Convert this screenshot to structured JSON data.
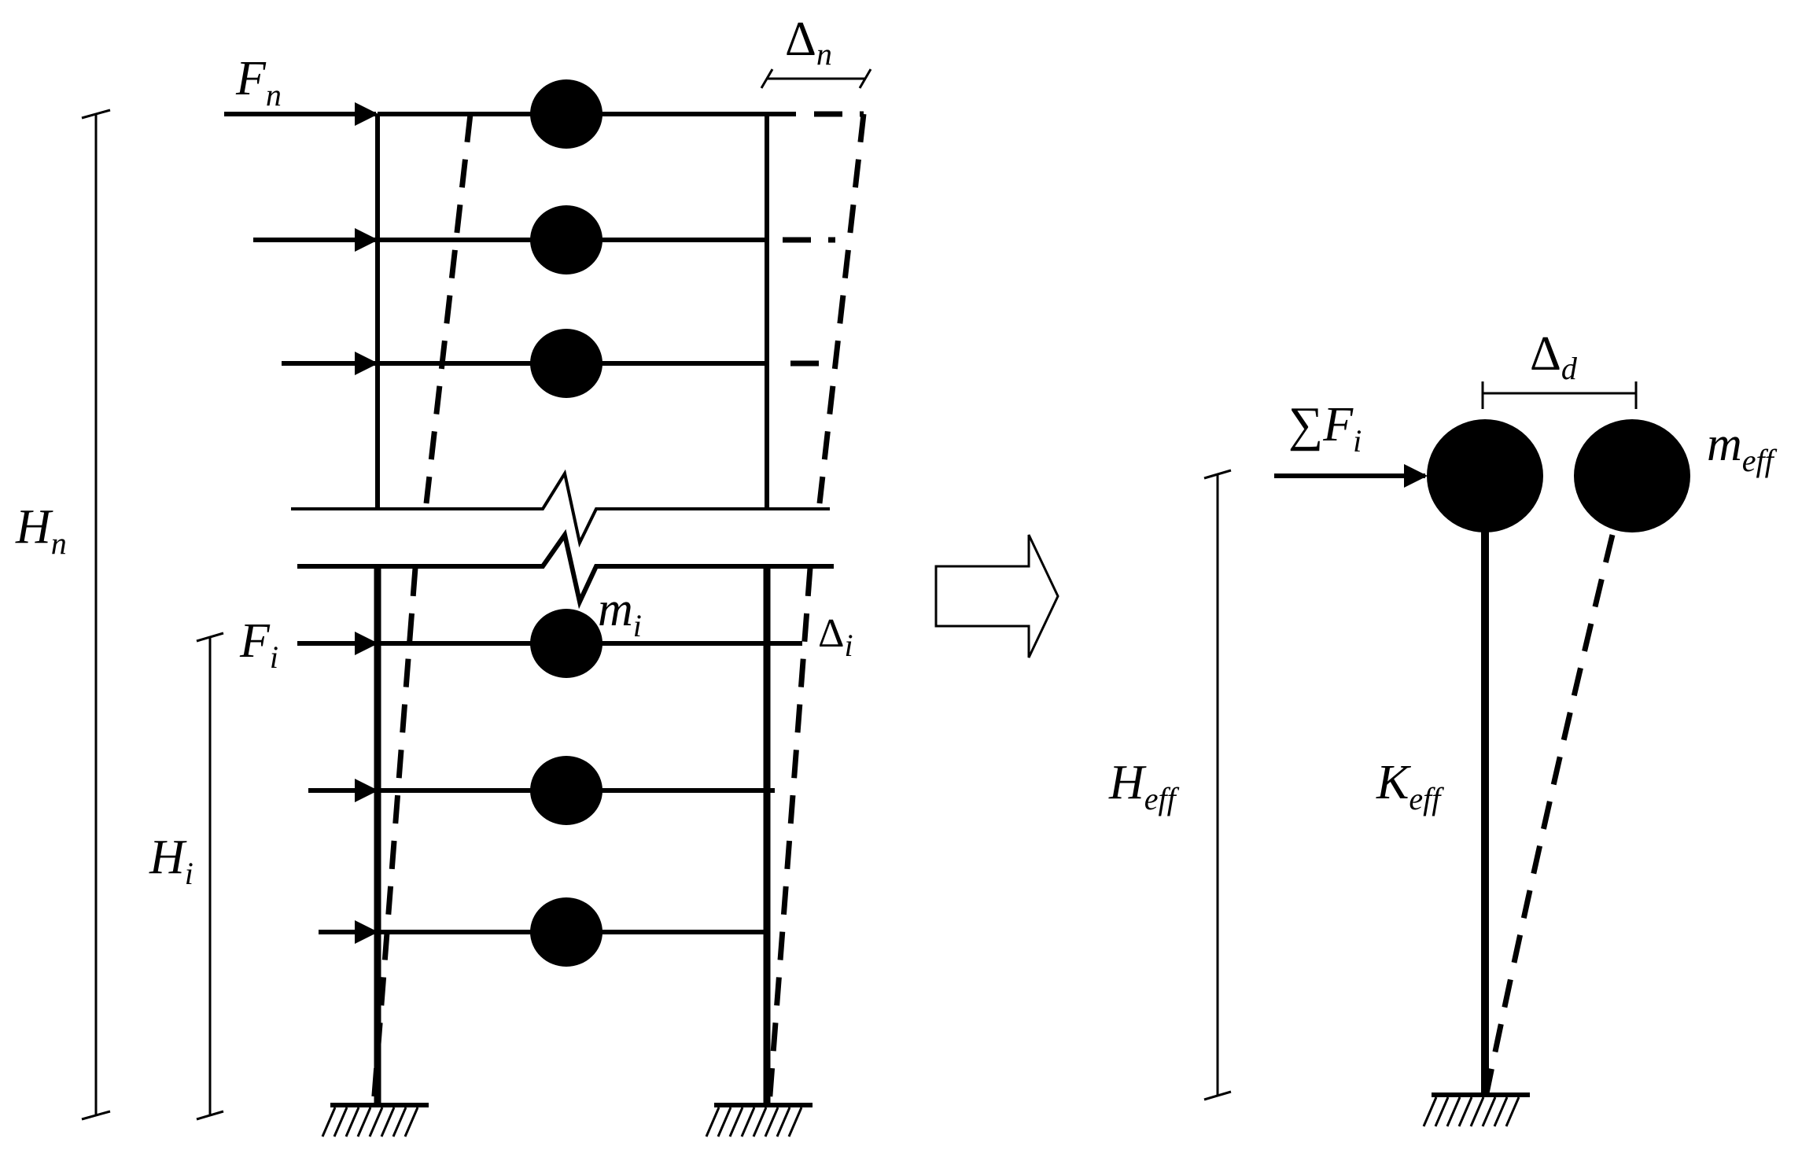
{
  "labels": {
    "F_n": "F",
    "F_n_sub": "n",
    "F_i": "F",
    "F_i_sub": "i",
    "H_n": "H",
    "H_n_sub": "n",
    "H_i": "H",
    "H_i_sub": "i",
    "m_i": "m",
    "m_i_sub": "i",
    "delta_n": "Δ",
    "delta_n_sub": "n",
    "delta_i": "Δ",
    "delta_i_sub": "i",
    "delta_d": "Δ",
    "delta_d_sub": "d",
    "sum_F_i": "∑F",
    "sum_F_i_sub": "i",
    "m_eff": "m",
    "m_eff_sub": "eff",
    "H_eff": "H",
    "H_eff_sub": "eff",
    "K_eff": "K",
    "K_eff_sub": "eff"
  },
  "colors": {
    "ink": "#000000",
    "background": "#ffffff"
  },
  "icons": {
    "transform_arrow": "hollow-right-arrow-icon",
    "fixed_support": "hatched-ground-support-icon"
  }
}
